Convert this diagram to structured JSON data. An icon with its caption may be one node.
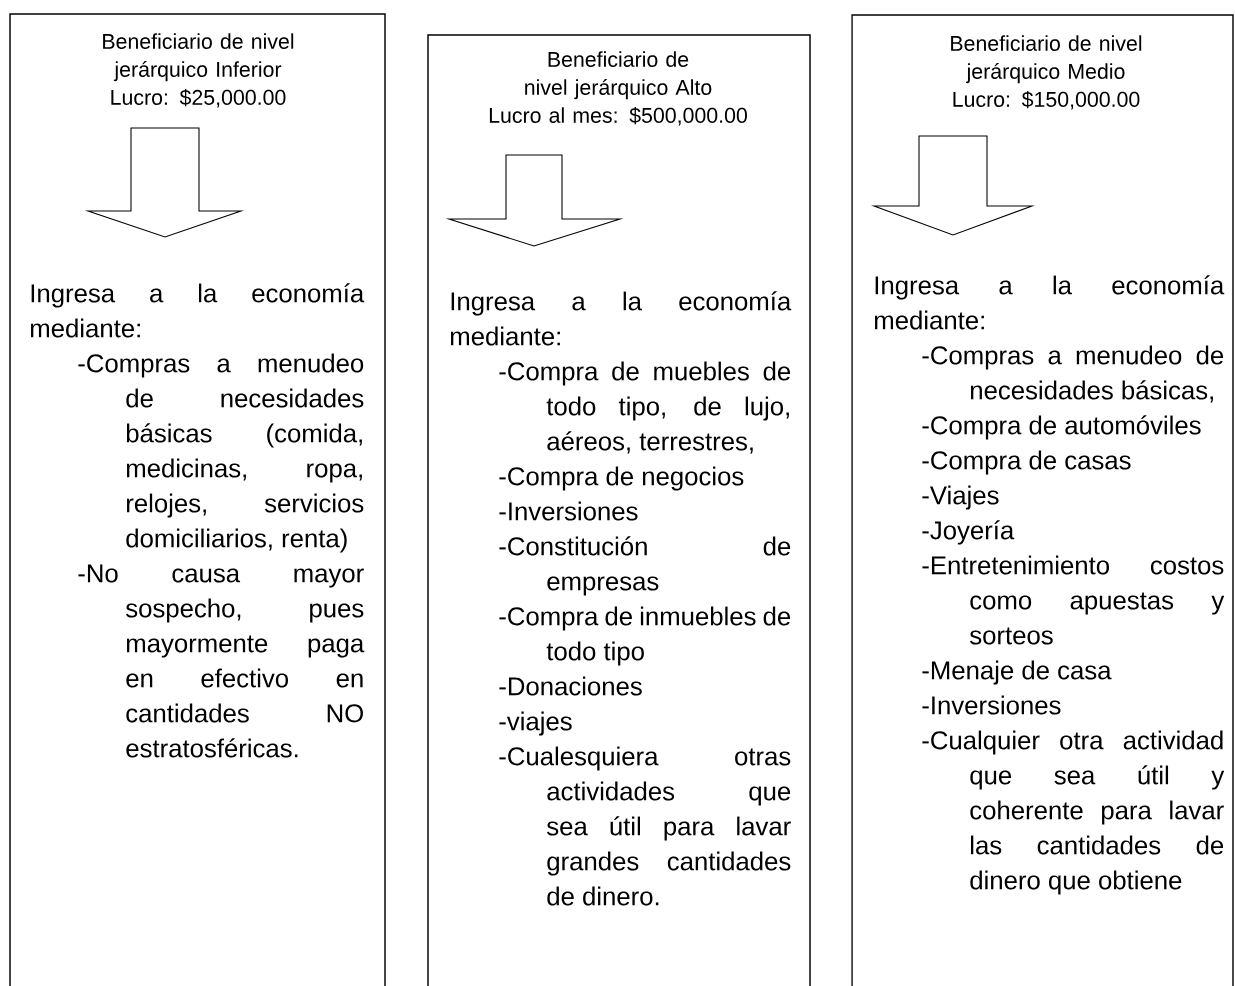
{
  "diagram": {
    "nodes": [
      {
        "text": [
          "Beneficiario de nivel jerárquico Inferior",
          "Lucro: $25,000.00",
          "Ingresa a la economía mediante:",
          "-Compras a menudeo de necesidades básicas (comida, medicinas, ropa, relojes, servicios domiciliarios, renta)",
          "-No causa mayor sospecho, pues mayormente paga en efectivo en cantidades NO estratosféricas."
        ]
      },
      {
        "text": [
          "Beneficiario de nivel jerárquico Alto",
          "Lucro al mes: $500,000.00",
          "Ingresa a la economía mediante:",
          "-Compra de muebles de todo tipo, de lujo, aéreos, terrestres,",
          "-Compra de negocios",
          "-Inversiones",
          "-Constitución de empresas",
          "-Compra de inmuebles de todo tipo",
          "-Donaciones",
          "-viajes",
          "-Cualesquiera otras actividades que sea útil para lavar grandes cantidades de dinero."
        ]
      },
      {
        "text": [
          "Beneficiario de nivel jerárquico Medio",
          "Lucro: $150,000.00",
          "Ingresa a la economía mediante:",
          "-Compras a menudeo de necesidades básicas,",
          "-Compra de automóviles",
          "-Compra de casas",
          "-Viajes",
          "-Joyería",
          "-Entretenimiento costos como apuestas y sorteos",
          "-Menaje de casa",
          "-Inversiones",
          "-Cualquier otra actividad que sea útil y coherente para lavar las cantidades de dinero que obtiene"
        ]
      }
    ]
  }
}
